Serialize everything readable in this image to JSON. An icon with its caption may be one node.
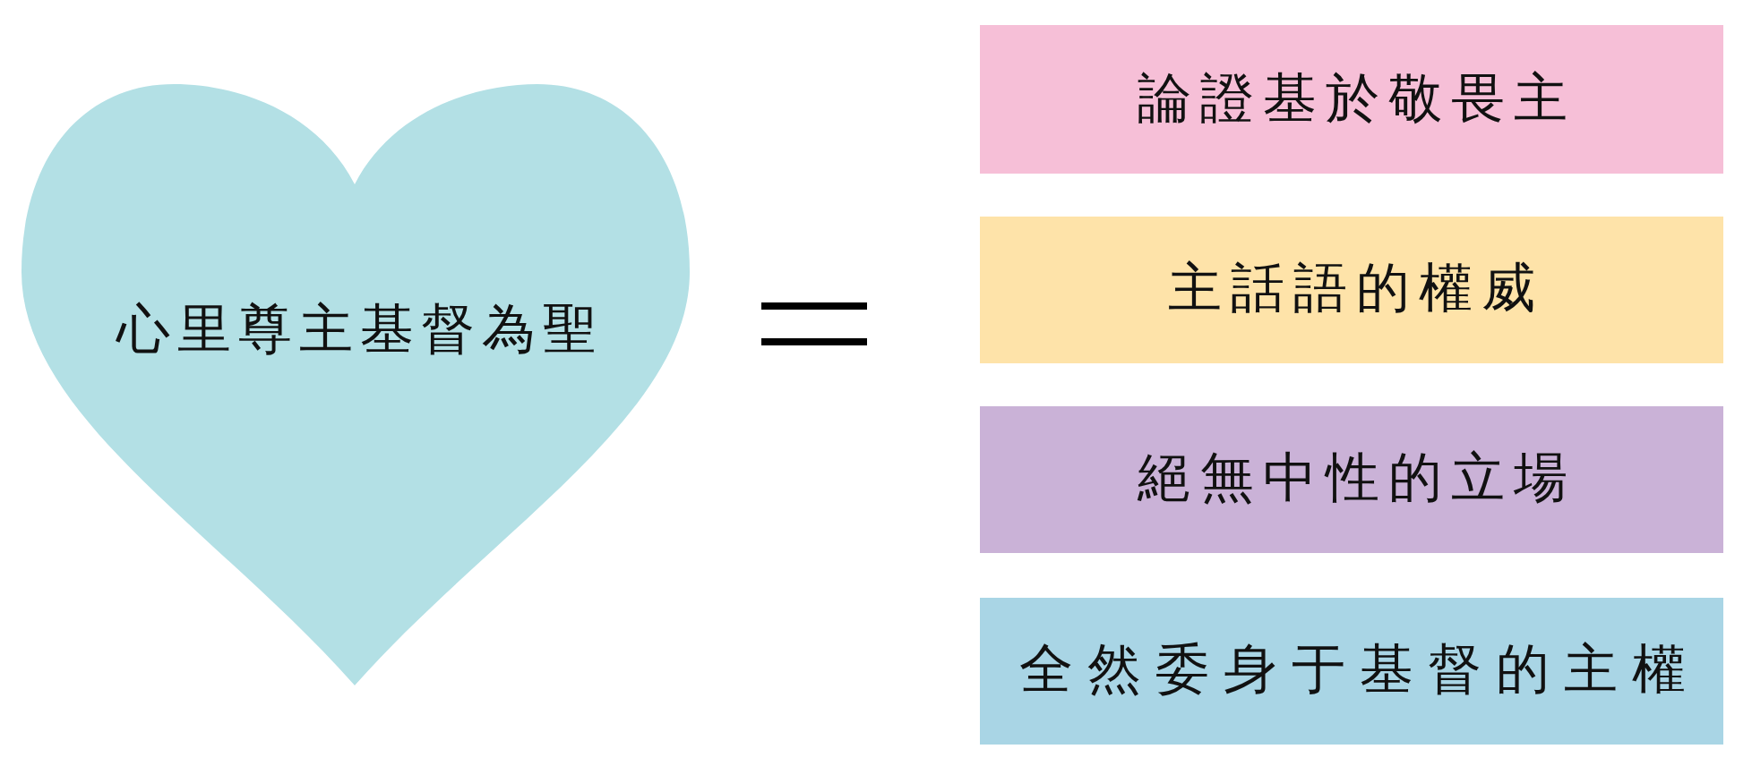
{
  "diagram": {
    "nodes": [
      {
        "text": [
          "心里尊主基督為聖"
        ]
      },
      {
        "text": [
          "論證基於敬畏主"
        ]
      },
      {
        "text": [
          "主話語的權威"
        ]
      },
      {
        "text": [
          "絕無中性的立場"
        ]
      },
      {
        "text": [
          "全然委身于基督的主權"
        ]
      }
    ]
  }
}
